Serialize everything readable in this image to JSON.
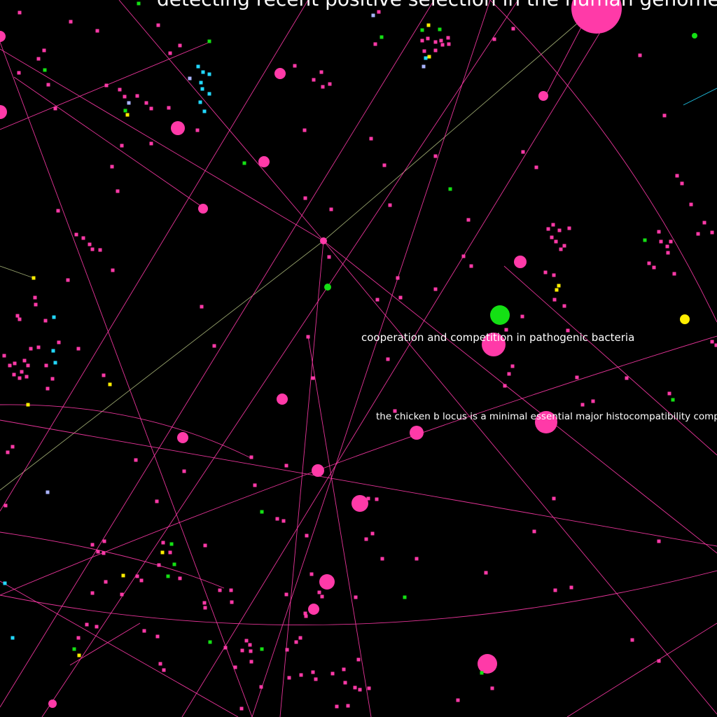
{
  "graph": {
    "background": "#000000",
    "colors": {
      "pink": "#ff3aa8",
      "green": "#14e014",
      "yellow": "#ffee00",
      "cyan": "#22d8ff",
      "lavender": "#aab4ff",
      "olive": "#c8d890"
    },
    "labels": [
      {
        "id": "label-detecting",
        "text": "detecting recent positive selection in the human genome"
      },
      {
        "id": "label-cooperation",
        "text": "cooperation and competition in pathogenic bacteria"
      },
      {
        "id": "label-chicken",
        "text": "the chicken b locus is a minimal essential major histocompatibility complex"
      }
    ]
  }
}
